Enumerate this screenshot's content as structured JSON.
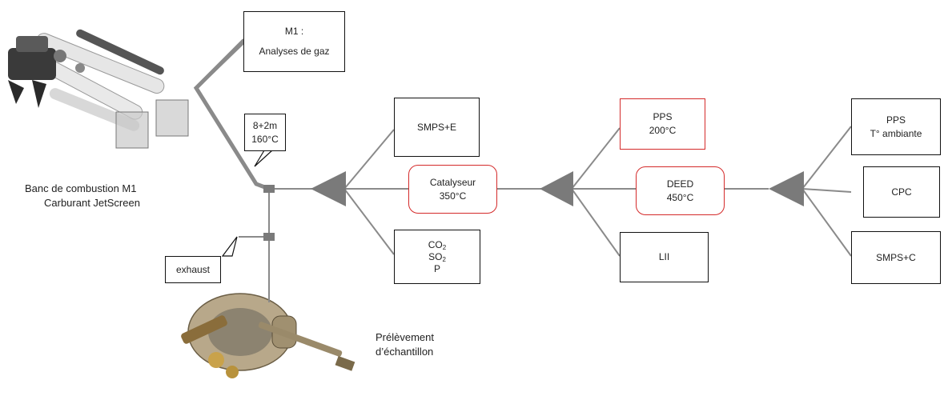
{
  "m1": {
    "line1": "M1 :",
    "line2": "Analyses de gaz"
  },
  "callout_line": {
    "line1": "8+2m",
    "line2": "160°C"
  },
  "exhaust": "exhaust",
  "bench_label": {
    "line1": "Banc de combustion M1",
    "line2": "Carburant JetScreen"
  },
  "sampling_label": {
    "line1": "Prélèvement",
    "line2": "d’échantillon"
  },
  "stage1": {
    "smps_e": "SMPS+E",
    "catalyseur": {
      "line1": "Catalyseur",
      "line2": "350°C"
    },
    "gas": {
      "co2_base": "CO",
      "co2_sub": "2",
      "so2_base": "SO",
      "so2_sub": "2",
      "p": "P"
    }
  },
  "stage2": {
    "pps": {
      "line1": "PPS",
      "line2": "200°C"
    },
    "deed": {
      "line1": "DEED",
      "line2": "450°C"
    },
    "lii": "LII"
  },
  "stage3": {
    "pps": {
      "line1": "PPS",
      "line2": "T° ambiante"
    },
    "cpc": "CPC",
    "smps_c": "SMPS+C"
  },
  "colors": {
    "line": "#8a8a8a",
    "splitter": "#7a7a7a",
    "accent_border": "#d42a2a"
  },
  "icons": [
    "combustion-bench-photo",
    "sampling-probe-photo"
  ]
}
